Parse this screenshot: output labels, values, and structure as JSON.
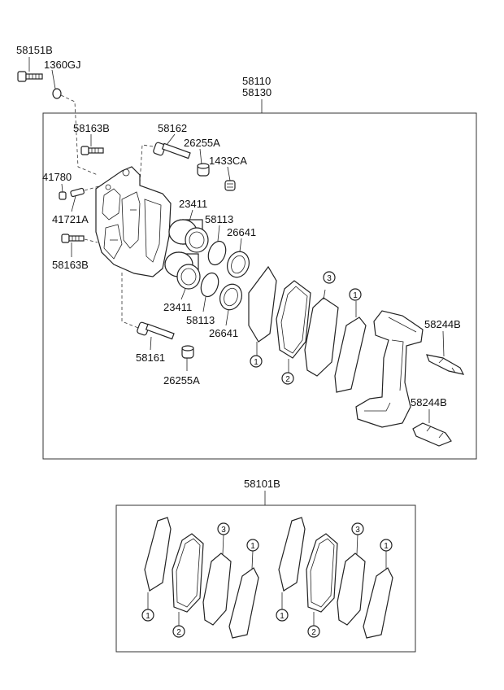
{
  "labels": {
    "l58151B": "58151B",
    "l1360GJ": "1360GJ",
    "l58110": "58110",
    "l58130": "58130",
    "l58163B_top": "58163B",
    "l58162": "58162",
    "l26255A_top": "26255A",
    "l1433CA": "1433CA",
    "l41780": "41780",
    "l41721A": "41721A",
    "l23411_top": "23411",
    "l58113_top": "58113",
    "l26641_top": "26641",
    "l58163B_bot": "58163B",
    "l23411_bot": "23411",
    "l58113_bot": "58113",
    "l26641_bot": "26641",
    "l58244B_top": "58244B",
    "l58244B_bot": "58244B",
    "l58161": "58161",
    "l26255A_bot": "26255A",
    "l58101B": "58101B"
  },
  "callouts": {
    "c1": "1",
    "c2": "2",
    "c3": "3"
  },
  "colors": {
    "line": "#222222",
    "background": "#ffffff"
  }
}
